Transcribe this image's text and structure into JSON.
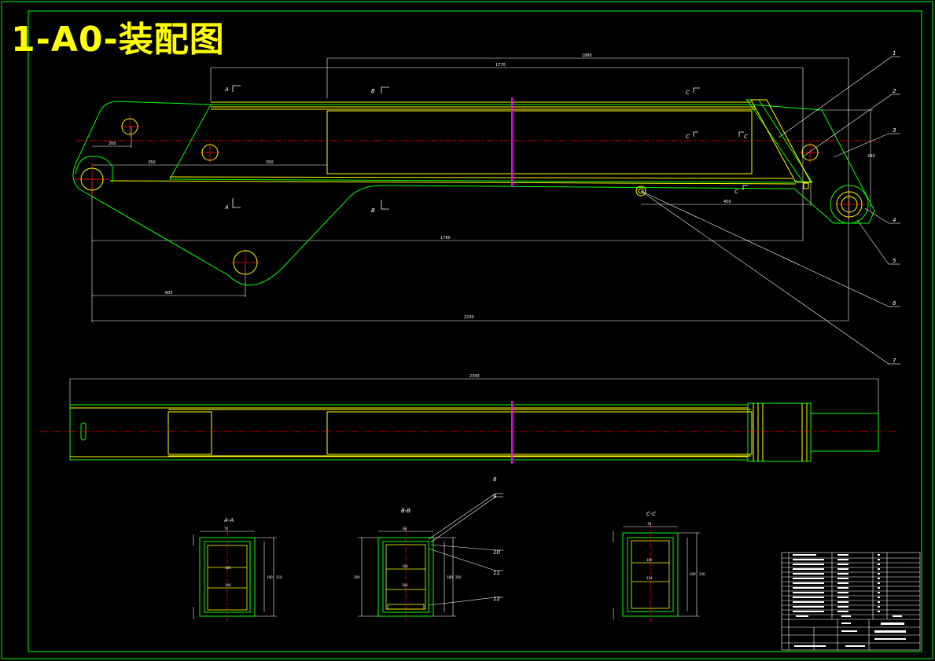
{
  "title": "1-A0-装配图",
  "colors": {
    "background": "#000000",
    "outline": "#00ff00",
    "part": "#ffff00",
    "centerline": "#ff0000",
    "section_line": "#ff00ff",
    "dimension": "#ffffff",
    "title_text": "#ffff00"
  },
  "callouts": [
    "1",
    "2",
    "3",
    "4",
    "5",
    "6",
    "7",
    "8",
    "9",
    "10",
    "11",
    "12"
  ],
  "section_markers": {
    "A": "A",
    "B": "B",
    "C": "C"
  },
  "section_views": [
    {
      "id": "A-A",
      "label": "A-A"
    },
    {
      "id": "B-B",
      "label": "B-B"
    },
    {
      "id": "C-C",
      "label": "C-C"
    }
  ]
}
